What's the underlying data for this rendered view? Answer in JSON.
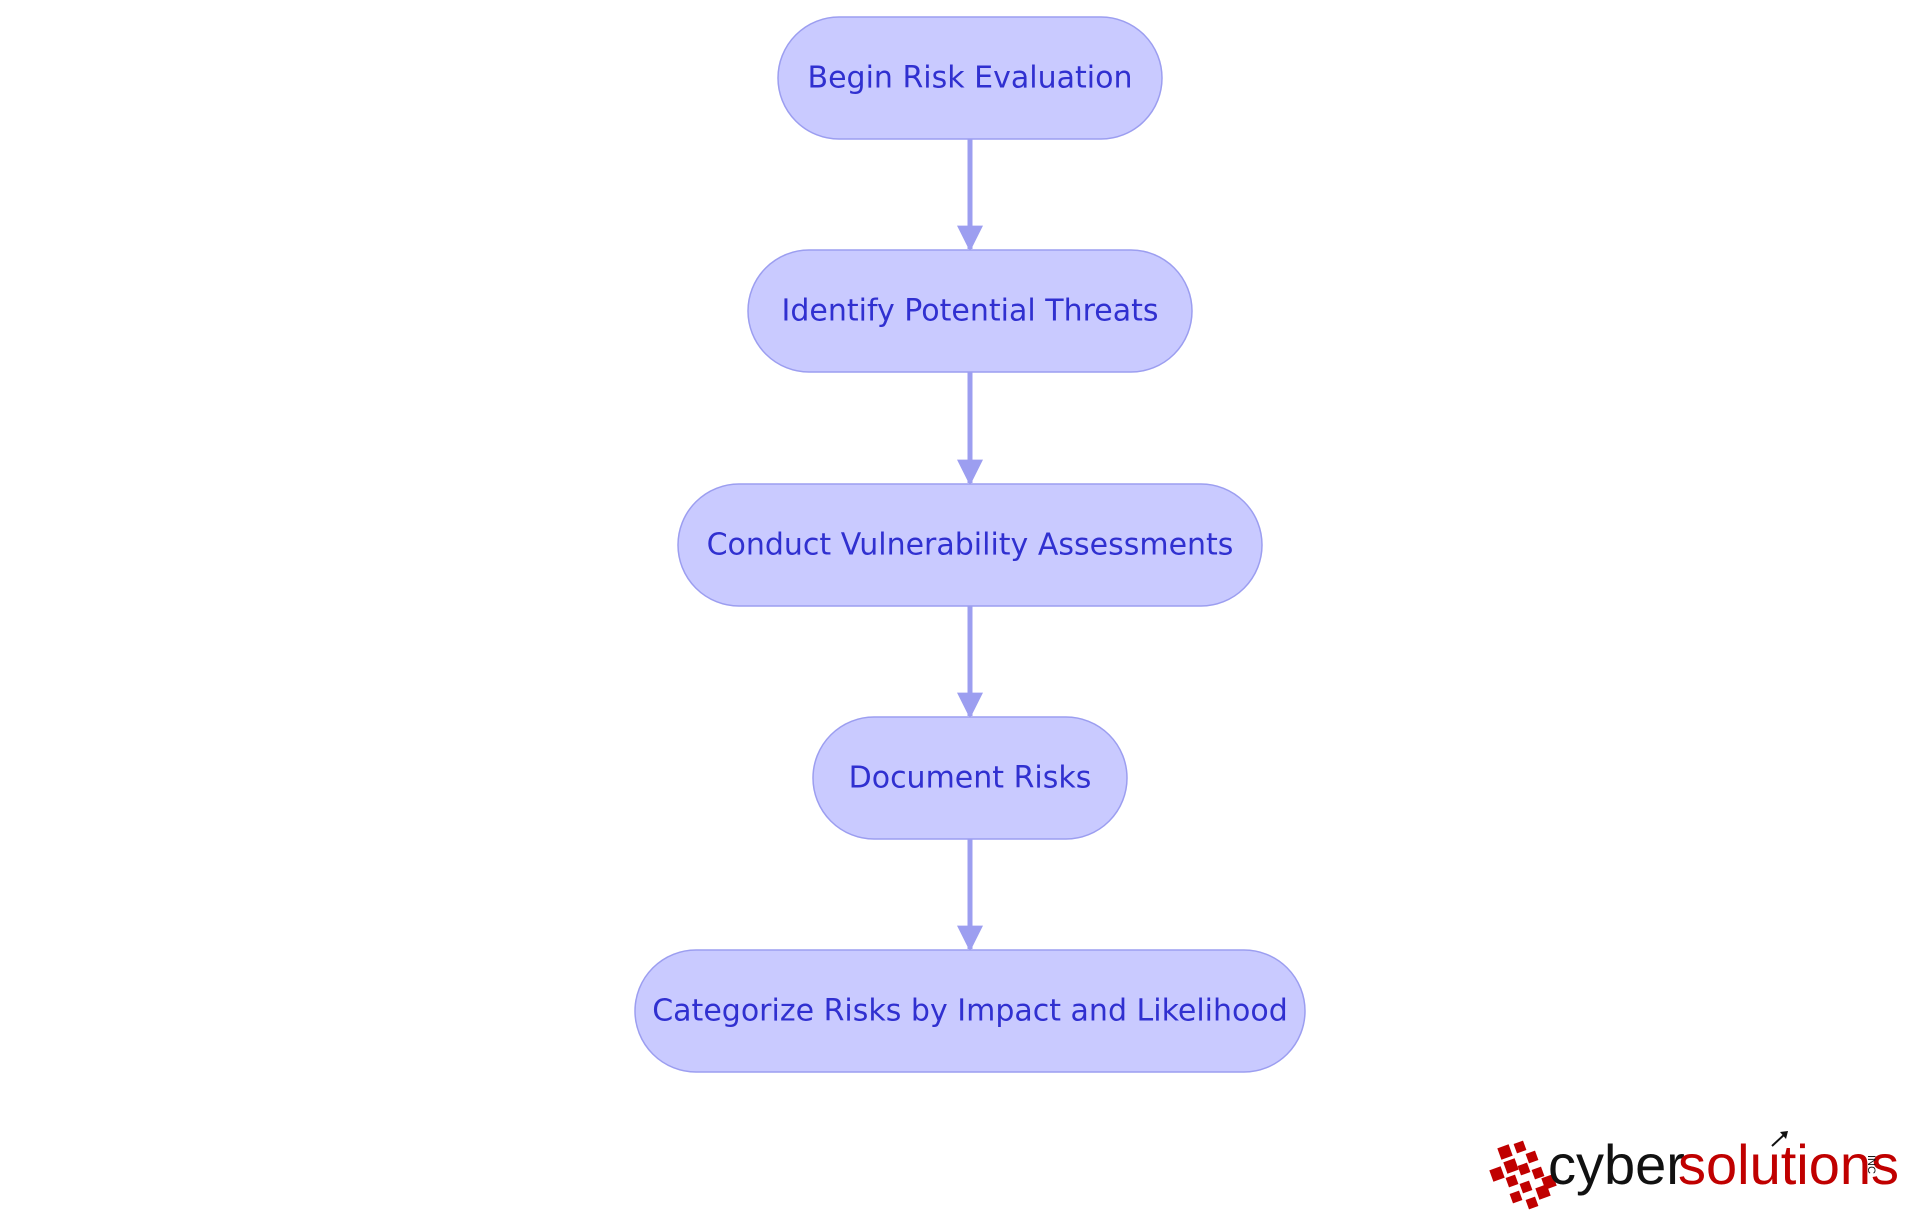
{
  "diagram": {
    "type": "flowchart",
    "direction": "top-to-bottom",
    "node_fill": "#c9caff",
    "node_stroke": "#9c9ef0",
    "text_color": "#3030d0",
    "edge_color": "#9c9ef0",
    "nodes": [
      {
        "id": "n1",
        "label": "Begin Risk Evaluation"
      },
      {
        "id": "n2",
        "label": "Identify Potential Threats"
      },
      {
        "id": "n3",
        "label": "Conduct Vulnerability Assessments"
      },
      {
        "id": "n4",
        "label": "Document Risks"
      },
      {
        "id": "n5",
        "label": "Categorize Risks by Impact and Likelihood"
      }
    ],
    "edges": [
      {
        "from": "n1",
        "to": "n2"
      },
      {
        "from": "n2",
        "to": "n3"
      },
      {
        "from": "n3",
        "to": "n4"
      },
      {
        "from": "n4",
        "to": "n5"
      }
    ]
  },
  "logo": {
    "part1": "cyber",
    "part2": "solutions",
    "suffix": "INC",
    "color_dark": "#111111",
    "color_red": "#c00000"
  }
}
